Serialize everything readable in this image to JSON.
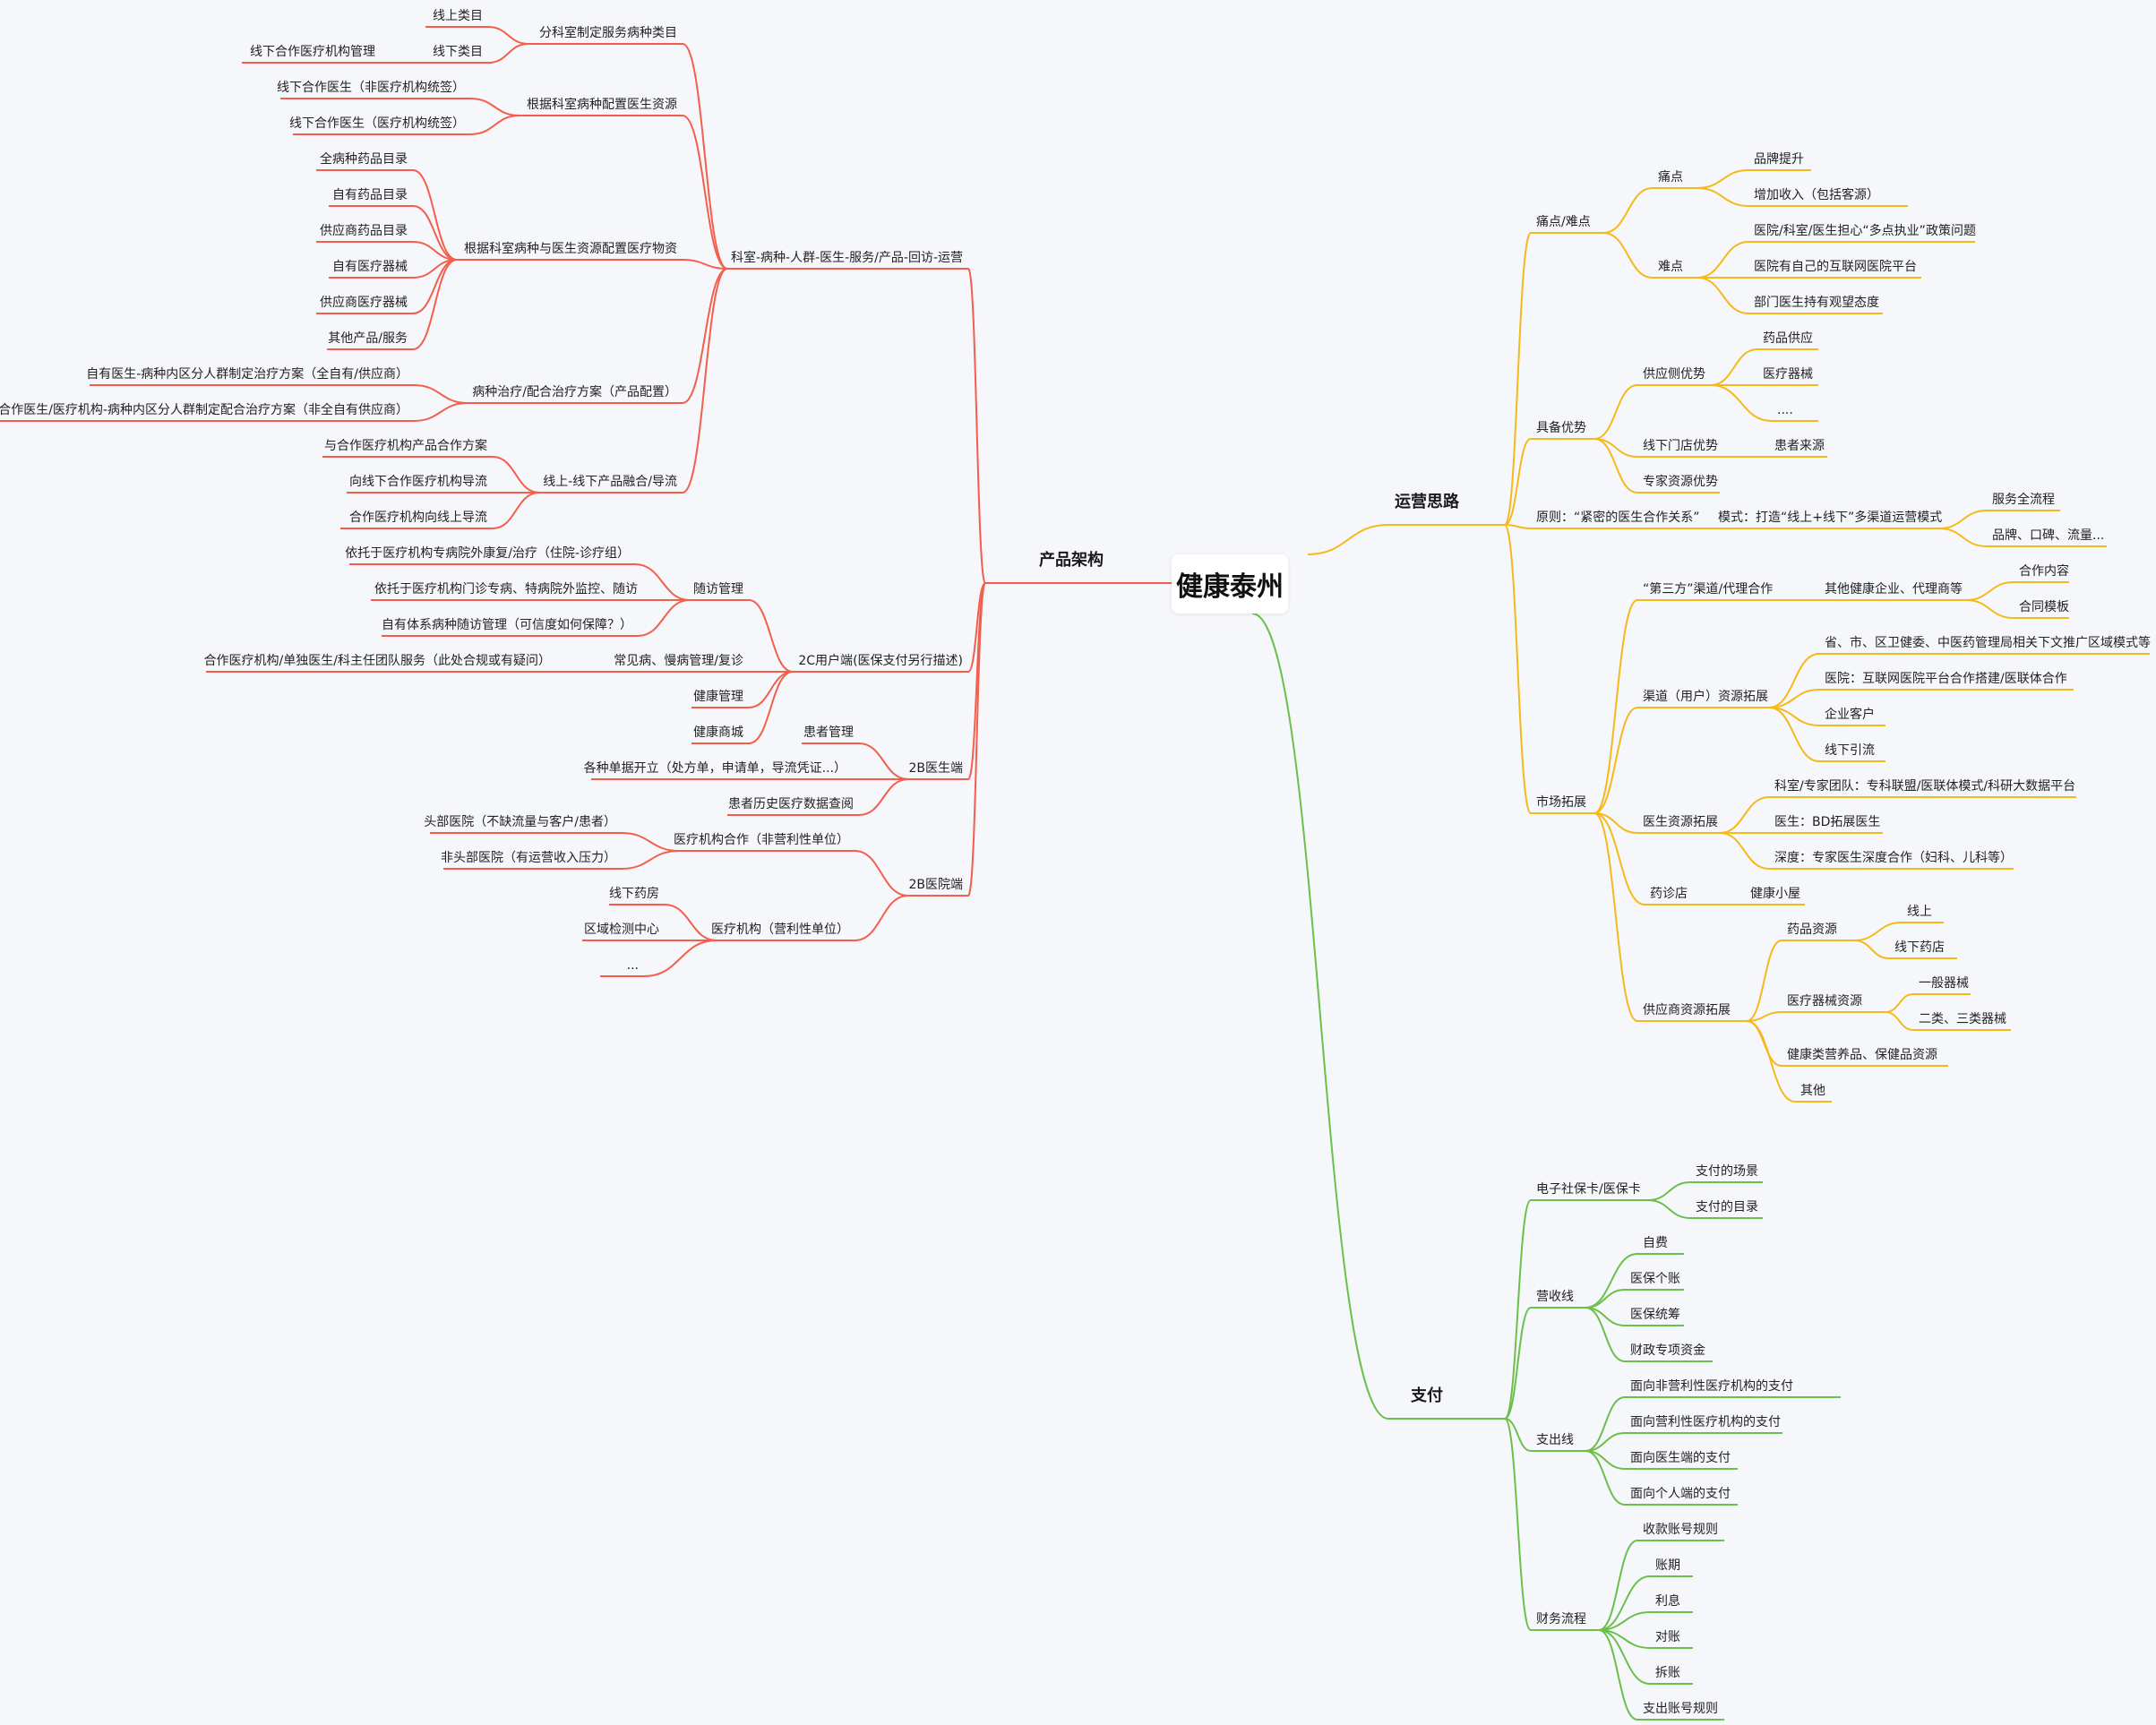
{
  "root": "健康泰州",
  "colors": {
    "product": "#f25f4c",
    "ops": "#f6b91a",
    "pay": "#6bbf4a",
    "highlight": "#ee6d3d"
  },
  "product": {
    "title": "产品架构",
    "c1": {
      "label": "科室-病种-人群-医生-服务/产品-回访-运营",
      "d1": {
        "label": "分科室制定服务病种类目",
        "online": "线上类目",
        "offline": "线下类目",
        "offline_sub": "线下合作医疗机构管理"
      },
      "d2": {
        "label": "根据科室病种配置医生资源",
        "items": [
          "线下合作医生（非医疗机构统签）",
          "线下合作医生（医疗机构统签）"
        ]
      },
      "d3": {
        "label": "根据科室病种与医生资源配置医疗物资",
        "items": [
          "全病种药品目录",
          "自有药品目录",
          "供应商药品目录",
          "自有医疗器械",
          "供应商医疗器械",
          "其他产品/服务"
        ]
      },
      "d4": {
        "label": "病种治疗/配合治疗方案（产品配置）",
        "items": [
          "自有医生-病种内区分人群制定治疗方案（全自有/供应商）",
          "合作医生/医疗机构-病种内区分人群制定配合治疗方案（非全自有供应商）"
        ]
      },
      "d5": {
        "label": "线上-线下产品融合/导流",
        "items": [
          "与合作医疗机构产品合作方案",
          "向线下合作医疗机构导流",
          "合作医疗机构向线上导流"
        ]
      }
    },
    "c2": {
      "label": "2C用户端",
      "label_hi": "(医保支付另行描述)",
      "d1": {
        "label": "随访管理",
        "items": [
          "依托于医疗机构专病院外康复/治疗（住院-诊疗组）",
          "依托于医疗机构门诊专病、特病院外监控、随访",
          "自有体系病种随访管理（可信度如何保障？）"
        ]
      },
      "d2": {
        "label": "常见病、慢病管理/复诊",
        "item": "合作医疗机构/",
        "item_hi": "单独医生/科主任团队服务（此处合规或有疑问）"
      },
      "d3": "健康管理",
      "d4": "健康商城"
    },
    "c3": {
      "label": "2B医生端",
      "items": [
        "患者管理",
        "各种单据开立（处方单，申请单，导流凭证...）",
        "患者历史医疗数据查阅"
      ]
    },
    "c4": {
      "label": "2B医院端",
      "d1": {
        "label": "医疗机构合作（非营利性单位）",
        "items": [
          "头部医院（不缺流量与客户/患者）",
          "非头部医院（有运营收入压力）"
        ]
      },
      "d2": {
        "label": "医疗机构（营利性单位）",
        "items": [
          "线下药房",
          "区域检测中心",
          "..."
        ]
      }
    }
  },
  "ops": {
    "title": "运营思路",
    "pain": {
      "label": "痛点/难点",
      "p1": {
        "label": "痛点",
        "items": [
          "品牌提升",
          "增加收入（包括客源）"
        ]
      },
      "p2": {
        "label": "难点",
        "items": [
          "医院/科室/医生担心“多点执业”政策问题",
          "医院有自己的互联网医院平台",
          "部门医生持有观望态度"
        ]
      }
    },
    "adv": {
      "label": "具备优势",
      "a1": {
        "label": "供应侧优势",
        "items": [
          "药品供应",
          "医疗器械",
          "...."
        ]
      },
      "a2": {
        "label": "线下门店优势",
        "item": "患者来源"
      },
      "a3": "专家资源优势"
    },
    "principle": {
      "label": "原则：“紧密的医生合作关系”",
      "mode": "模式：打造“线上+线下”多渠道运营模式",
      "items": [
        "服务全流程",
        "品牌、口碑、流量..."
      ]
    },
    "market": {
      "label": "市场拓展",
      "m1": {
        "label": "“第三方”渠道/代理合作",
        "sub": "其他健康企业、代理商等",
        "items": [
          "合作内容",
          "合同模板"
        ]
      },
      "m2": {
        "label": "渠道（用户）资源拓展",
        "items": [
          "省、市、区卫健委、中医药管理局相关下文推广区域模式等",
          "医院：互联网医院平台合作搭建/医联体合作",
          "企业客户",
          "线下引流"
        ]
      },
      "m3": {
        "label": "医生资源拓展",
        "items": [
          "科室/专家团队：专科联盟/医联体模式/科研大数据平台",
          "医生：BD拓展医生",
          "深度：专家医生深度合作（妇科、儿科等）"
        ]
      },
      "m4": {
        "label": "药诊店",
        "item": "健康小屋"
      },
      "m5": {
        "label": "供应商资源拓展",
        "drug": {
          "label": "药品资源",
          "items": [
            "线上",
            "线下药店"
          ]
        },
        "device": {
          "label": "医疗器械资源",
          "items": [
            "一般器械",
            "二类、三类器械"
          ]
        },
        "health": "健康类营养品、保健品资源",
        "other": "其他"
      }
    }
  },
  "pay": {
    "title": "支付",
    "card": {
      "label": "电子社保卡/医保卡",
      "items": [
        "支付的场景",
        "支付的目录"
      ]
    },
    "income": {
      "label": "营收线",
      "items": [
        "自费",
        "医保个账",
        "医保统筹",
        "财政专项资金"
      ]
    },
    "expense": {
      "label": "支出线",
      "items": [
        "面向非营利性医疗机构的支付",
        "面向营利性医疗机构的支付",
        "面向医生端的支付",
        "面向个人端的支付"
      ]
    },
    "finance": {
      "label": "财务流程",
      "items": [
        "收款账号规则",
        "账期",
        "利息",
        "对账",
        "拆账",
        "支出账号规则"
      ]
    }
  }
}
